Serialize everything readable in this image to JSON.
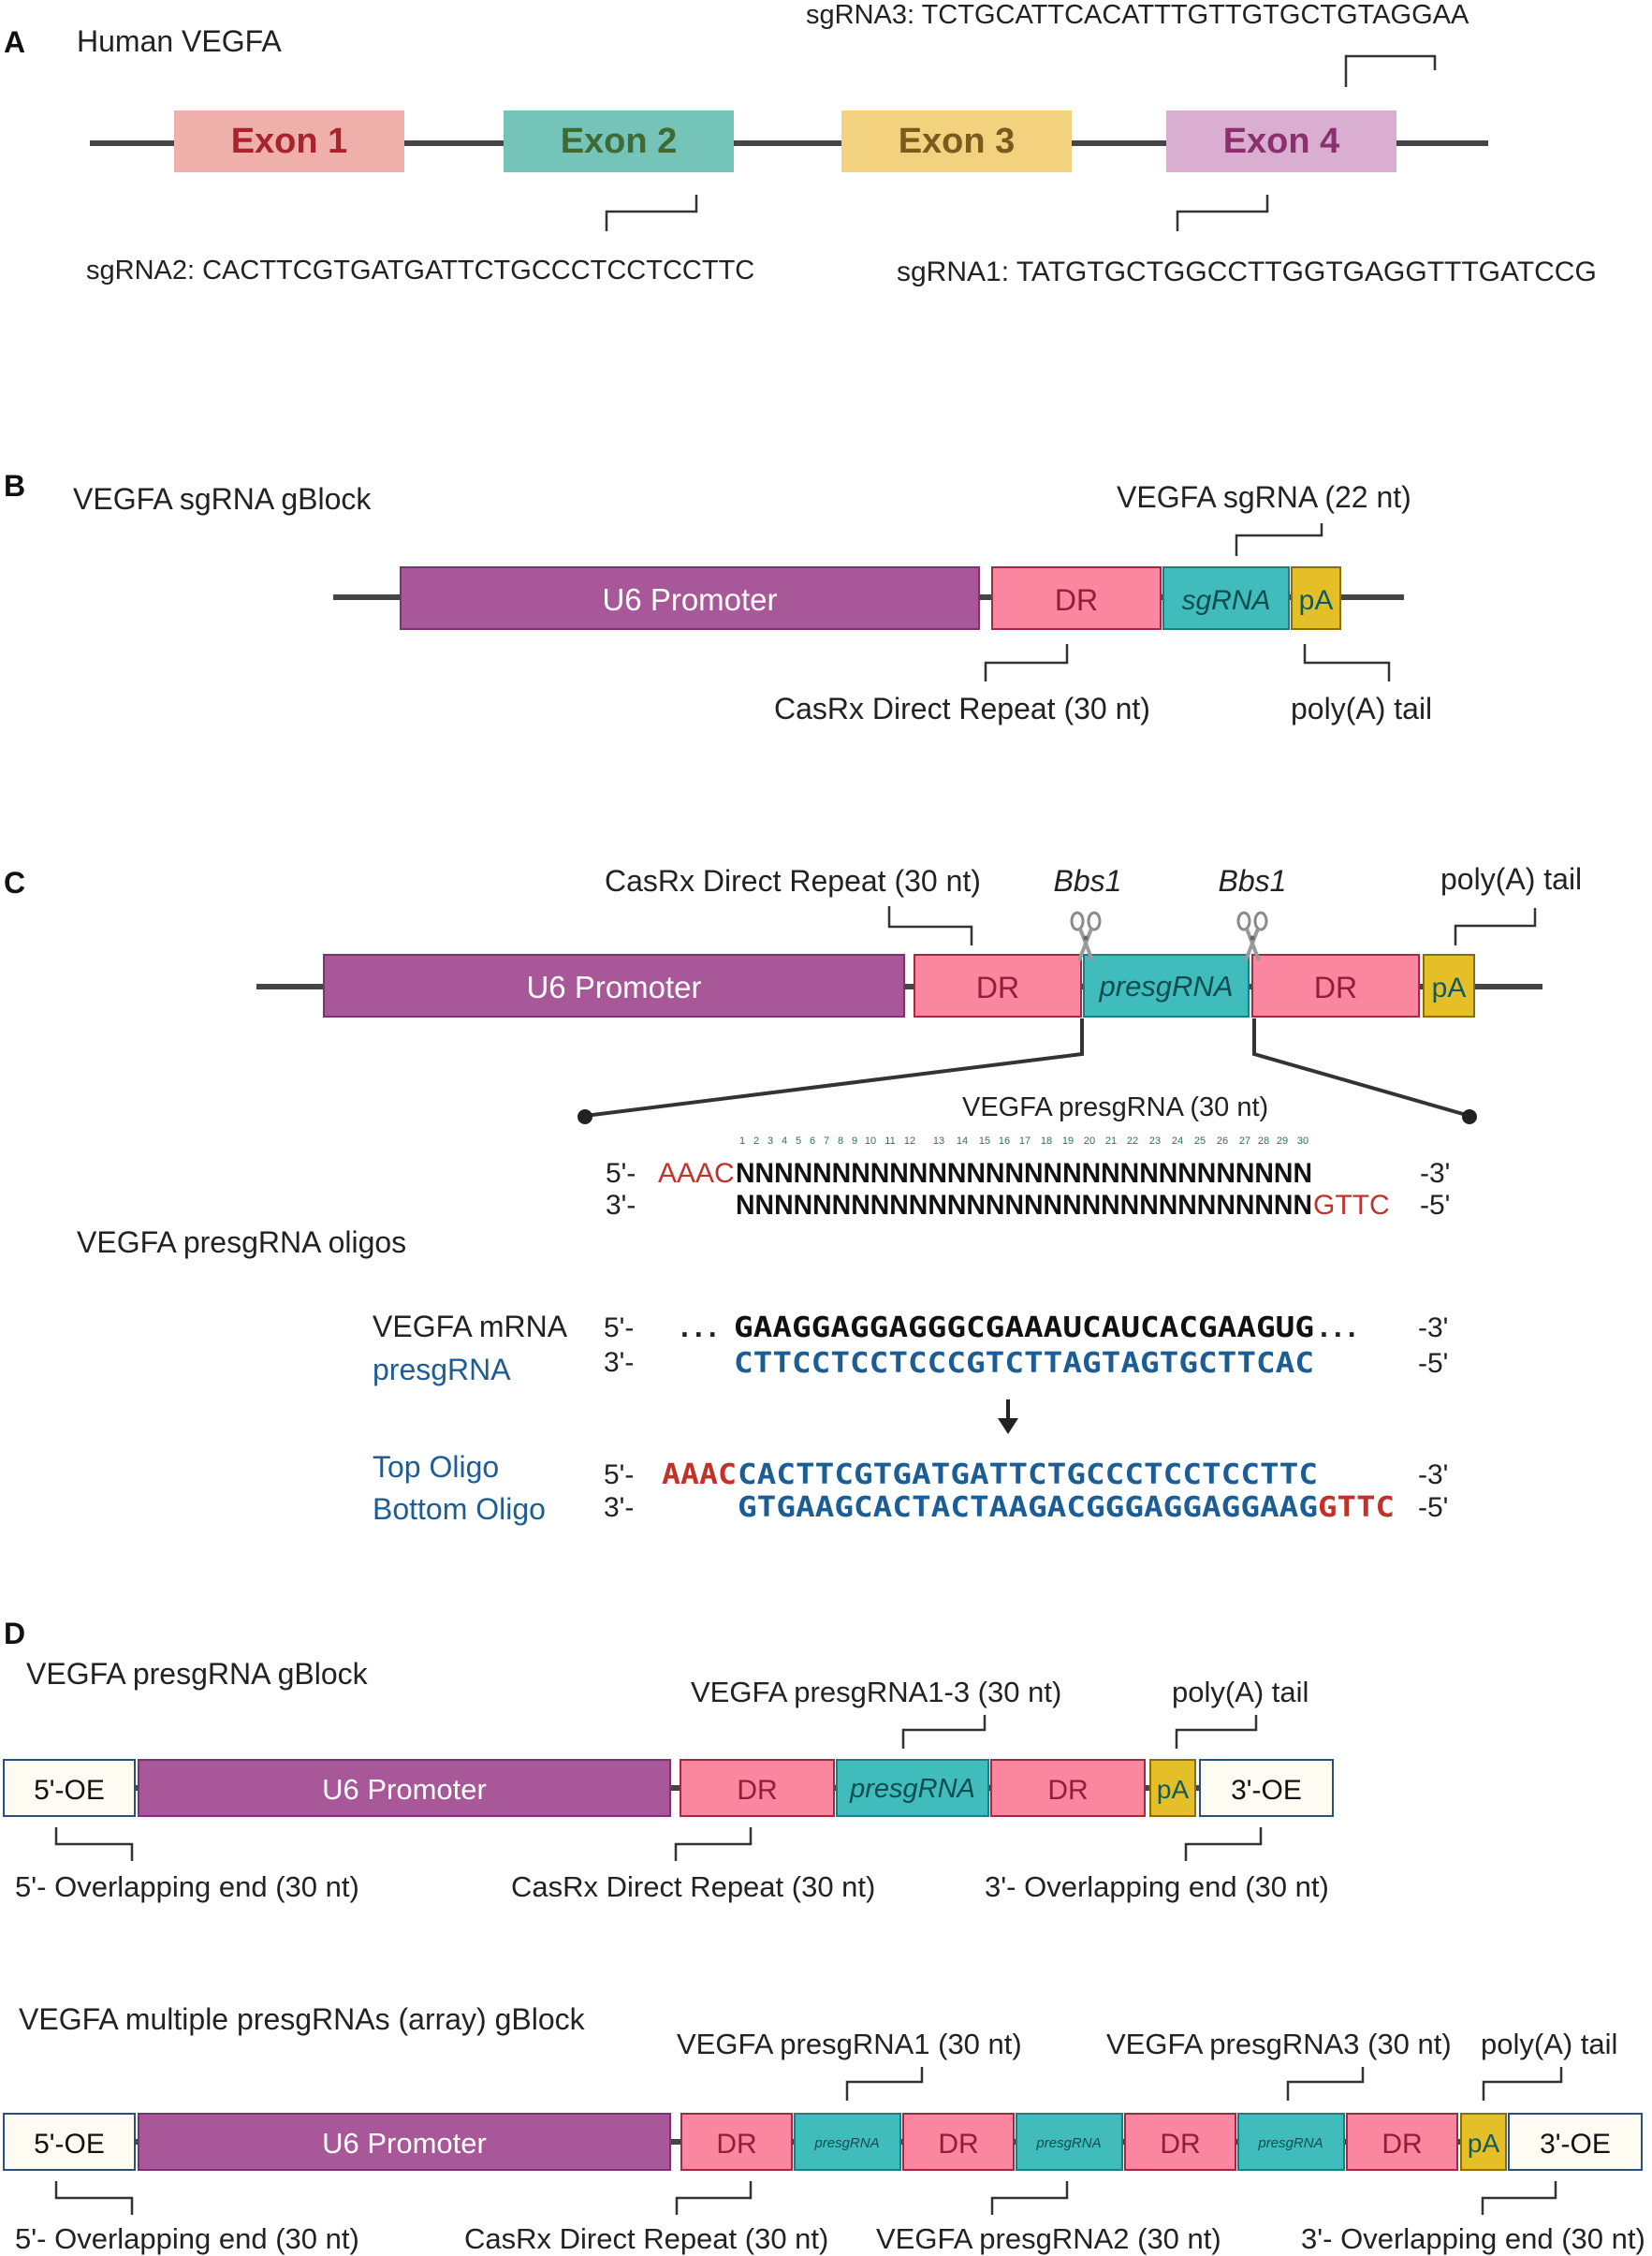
{
  "colors": {
    "exon1_fill": "#efb0ac",
    "exon1_text": "#a8232b",
    "exon2_fill": "#74c4b9",
    "exon2_text": "#3f6a33",
    "exon3_fill": "#f2d27e",
    "exon3_text": "#7a5a1e",
    "exon4_fill": "#d9aed0",
    "exon4_text": "#8c2f6f",
    "promoter": "#a85798",
    "dr": "#fb869f",
    "sgrna": "#40bcbd",
    "pa": "#e5bf28",
    "oe": "#fefbf2",
    "line": "#454545",
    "red": "#c1322a",
    "blue": "#1d5d95",
    "teal_num": "#2b6f69"
  },
  "panelA": {
    "letter": "A",
    "title": "Human VEGFA",
    "exons": [
      "Exon 1",
      "Exon 2",
      "Exon 3",
      "Exon 4"
    ],
    "sg3": "sgRNA3: TCTGCATTCACATTTGTTGTGCTGTAGGAA",
    "sg2": "sgRNA2: CACTTCGTGATGATTCTGCCCTCCTCCTTC",
    "sg1": "sgRNA1: TATGTGCTGGCCTTGGTGAGGTTTGATCCG"
  },
  "panelB": {
    "letter": "B",
    "title": "VEGFA sgRNA gBlock",
    "promoter": "U6 Promoter",
    "dr": "DR",
    "sgrna": "sgRNA",
    "pa": "pA",
    "label_sgrna": "VEGFA sgRNA (22 nt)",
    "label_dr": "CasRx Direct Repeat (30 nt)",
    "label_pa": "poly(A) tail"
  },
  "panelC": {
    "letter": "C",
    "promoter": "U6 Promoter",
    "dr": "DR",
    "presgrna": "presgRNA",
    "pa": "pA",
    "label_dr": "CasRx Direct Repeat (30 nt)",
    "bbs1": "Bbs1",
    "label_pa": "poly(A) tail",
    "inset_title": "VEGFA presgRNA (30 nt)",
    "positions": [
      "1",
      "2",
      "3",
      "4",
      "5",
      "6",
      "7",
      "8",
      "9",
      "10",
      "11",
      "12",
      "13",
      "14",
      "15",
      "16",
      "17",
      "18",
      "19",
      "20",
      "21",
      "22",
      "23",
      "24",
      "25",
      "26",
      "27",
      "28",
      "29",
      "30"
    ],
    "p5": "5'-",
    "p3": "3'-",
    "s3": "-3'",
    "s5": "-5'",
    "aaac": "AAAC",
    "gttc": "GTTC",
    "n30": "NNNNNNNNNNNNNNNNNNNNNNNNNNNNNN",
    "oligos_title": "VEGFA presgRNA oligos",
    "mrna_label": "VEGFA mRNA",
    "presgrna_label": "presgRNA",
    "dots": "...",
    "mrna_seq": "GAAGGAGGAGGGCGAAAUCAUCACGAAGUG",
    "presgrna_seq": "CTTCCTCCTCCCGTCTTAGTAGTGCTTCAC",
    "top_label": "Top Oligo",
    "bottom_label": "Bottom Oligo",
    "top_seq": "CACTTCGTGATGATTCTGCCCTCCTCCTTC",
    "bottom_seq": "GTGAAGCACTACTAAGACGGGAGGAGGAAG"
  },
  "panelD": {
    "letter": "D",
    "title1": "VEGFA presgRNA gBlock",
    "oe5": "5'-OE",
    "oe3": "3'-OE",
    "promoter": "U6 Promoter",
    "dr": "DR",
    "presgrna": "presgRNA",
    "pa": "pA",
    "label_presg13": "VEGFA presgRNA1-3 (30 nt)",
    "label_pa": "poly(A) tail",
    "label_oe5": "5'- Overlapping end (30 nt)",
    "label_dr": "CasRx Direct Repeat (30 nt)",
    "label_oe3": "3'- Overlapping end (30 nt)",
    "title2": "VEGFA multiple presgRNAs (array) gBlock",
    "label_presg1": "VEGFA presgRNA1 (30 nt)",
    "label_presg3": "VEGFA presgRNA3 (30 nt)",
    "label_presg2": "VEGFA presgRNA2 (30 nt)"
  }
}
